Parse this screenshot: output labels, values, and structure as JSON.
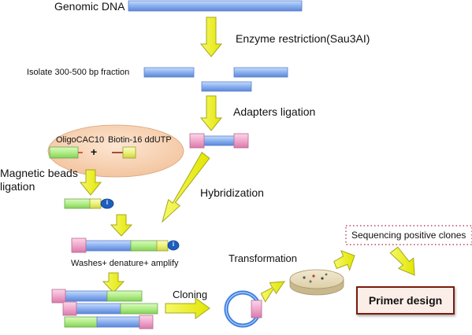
{
  "labels": {
    "genomic_dna": "Genomic DNA",
    "enzyme_restriction": "Enzyme restriction(Sau3AI)",
    "isolate_fraction": "Isolate 300-500 bp fraction",
    "adapters_ligation": "Adapters ligation",
    "oligo": "OligoCAC10",
    "biotin": "Biotin-16 ddUTP",
    "plus": "+",
    "magnetic_beads": "Magnetic beads",
    "ligation": "ligation",
    "hybridization": "Hybridization",
    "washes": "Washes+ denature+ amplify",
    "transformation": "Transformation",
    "cloning": "Cloning",
    "sequencing": "Sequencing positive clones",
    "primer_design": "Primer design",
    "bead_mark": "i"
  },
  "colors": {
    "dna_blue": "#8ab0f0",
    "adapter_pink": "#f0a8cc",
    "oligo_green": "#b0ee86",
    "biotin_yellow": "#ecf27a",
    "arrow_fill": "#eef20a",
    "arrow_stroke": "#a4a81a",
    "bead_blue": "#1c5fc0",
    "plasmid_blue": "#3a7ee0",
    "primer_border": "#7a1a10",
    "dish_tan": "#e6dab8",
    "cloud_peach": "#f8d2b2"
  }
}
